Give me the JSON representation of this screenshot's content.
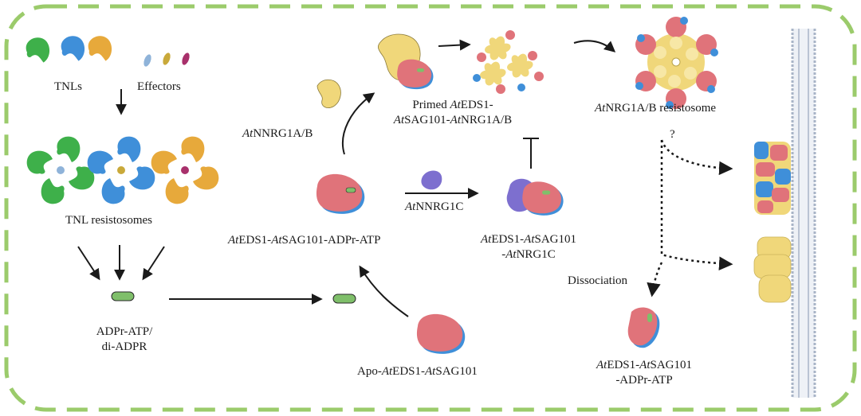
{
  "colors": {
    "frame": "#9bcb6b",
    "green": "#3eb04a",
    "blue": "#3f8fd9",
    "orange": "#e7a93b",
    "pink": "#e0737a",
    "yellow": "#f0d77a",
    "purple": "#7d6fcf",
    "ligand": "#7fbf6a",
    "membrane": "#a8b4c7"
  },
  "labels": {
    "tnls": "TNLs",
    "effectors": "Effectors",
    "tnl_resistosomes": "TNL resistosomes",
    "adpr_1": "ADPr-ATP/",
    "adpr_2": "di-ADPR",
    "nrg1ab_prefix": "At",
    "nrg1ab_suffix": "NNRG1A/B",
    "complex_a": "At",
    "complex_b": "EDS1-",
    "complex_c": "At",
    "complex_d": "SAG101-ADPr-ATP",
    "nrg1c_prefix": "At",
    "nrg1c_suffix": "NNRG1C",
    "apo_a": "Apo-",
    "apo_b": "At",
    "apo_c": "EDS1-",
    "apo_d": "At",
    "apo_e": "SAG101",
    "primed_1a": "Primed ",
    "primed_1b": "At",
    "primed_1c": "EDS1-",
    "primed_2a": "At",
    "primed_2b": "SAG101-",
    "primed_2c": "At",
    "primed_2d": "NRG1A/B",
    "resistosome_a": "At",
    "resistosome_b": "NRG1A/B resistosome",
    "nrg1c_cplx_1a": "At",
    "nrg1c_cplx_1b": "EDS1-",
    "nrg1c_cplx_1c": "At",
    "nrg1c_cplx_1d": "SAG101",
    "nrg1c_cplx_2a": "-",
    "nrg1c_cplx_2b": "At",
    "nrg1c_cplx_2c": "NRG1C",
    "question": "?",
    "dissociation": "Dissociation",
    "diss_1a": "At",
    "diss_1b": "EDS1-",
    "diss_1c": "At",
    "diss_1d": "SAG101",
    "diss_2": "-ADPr-ATP"
  }
}
